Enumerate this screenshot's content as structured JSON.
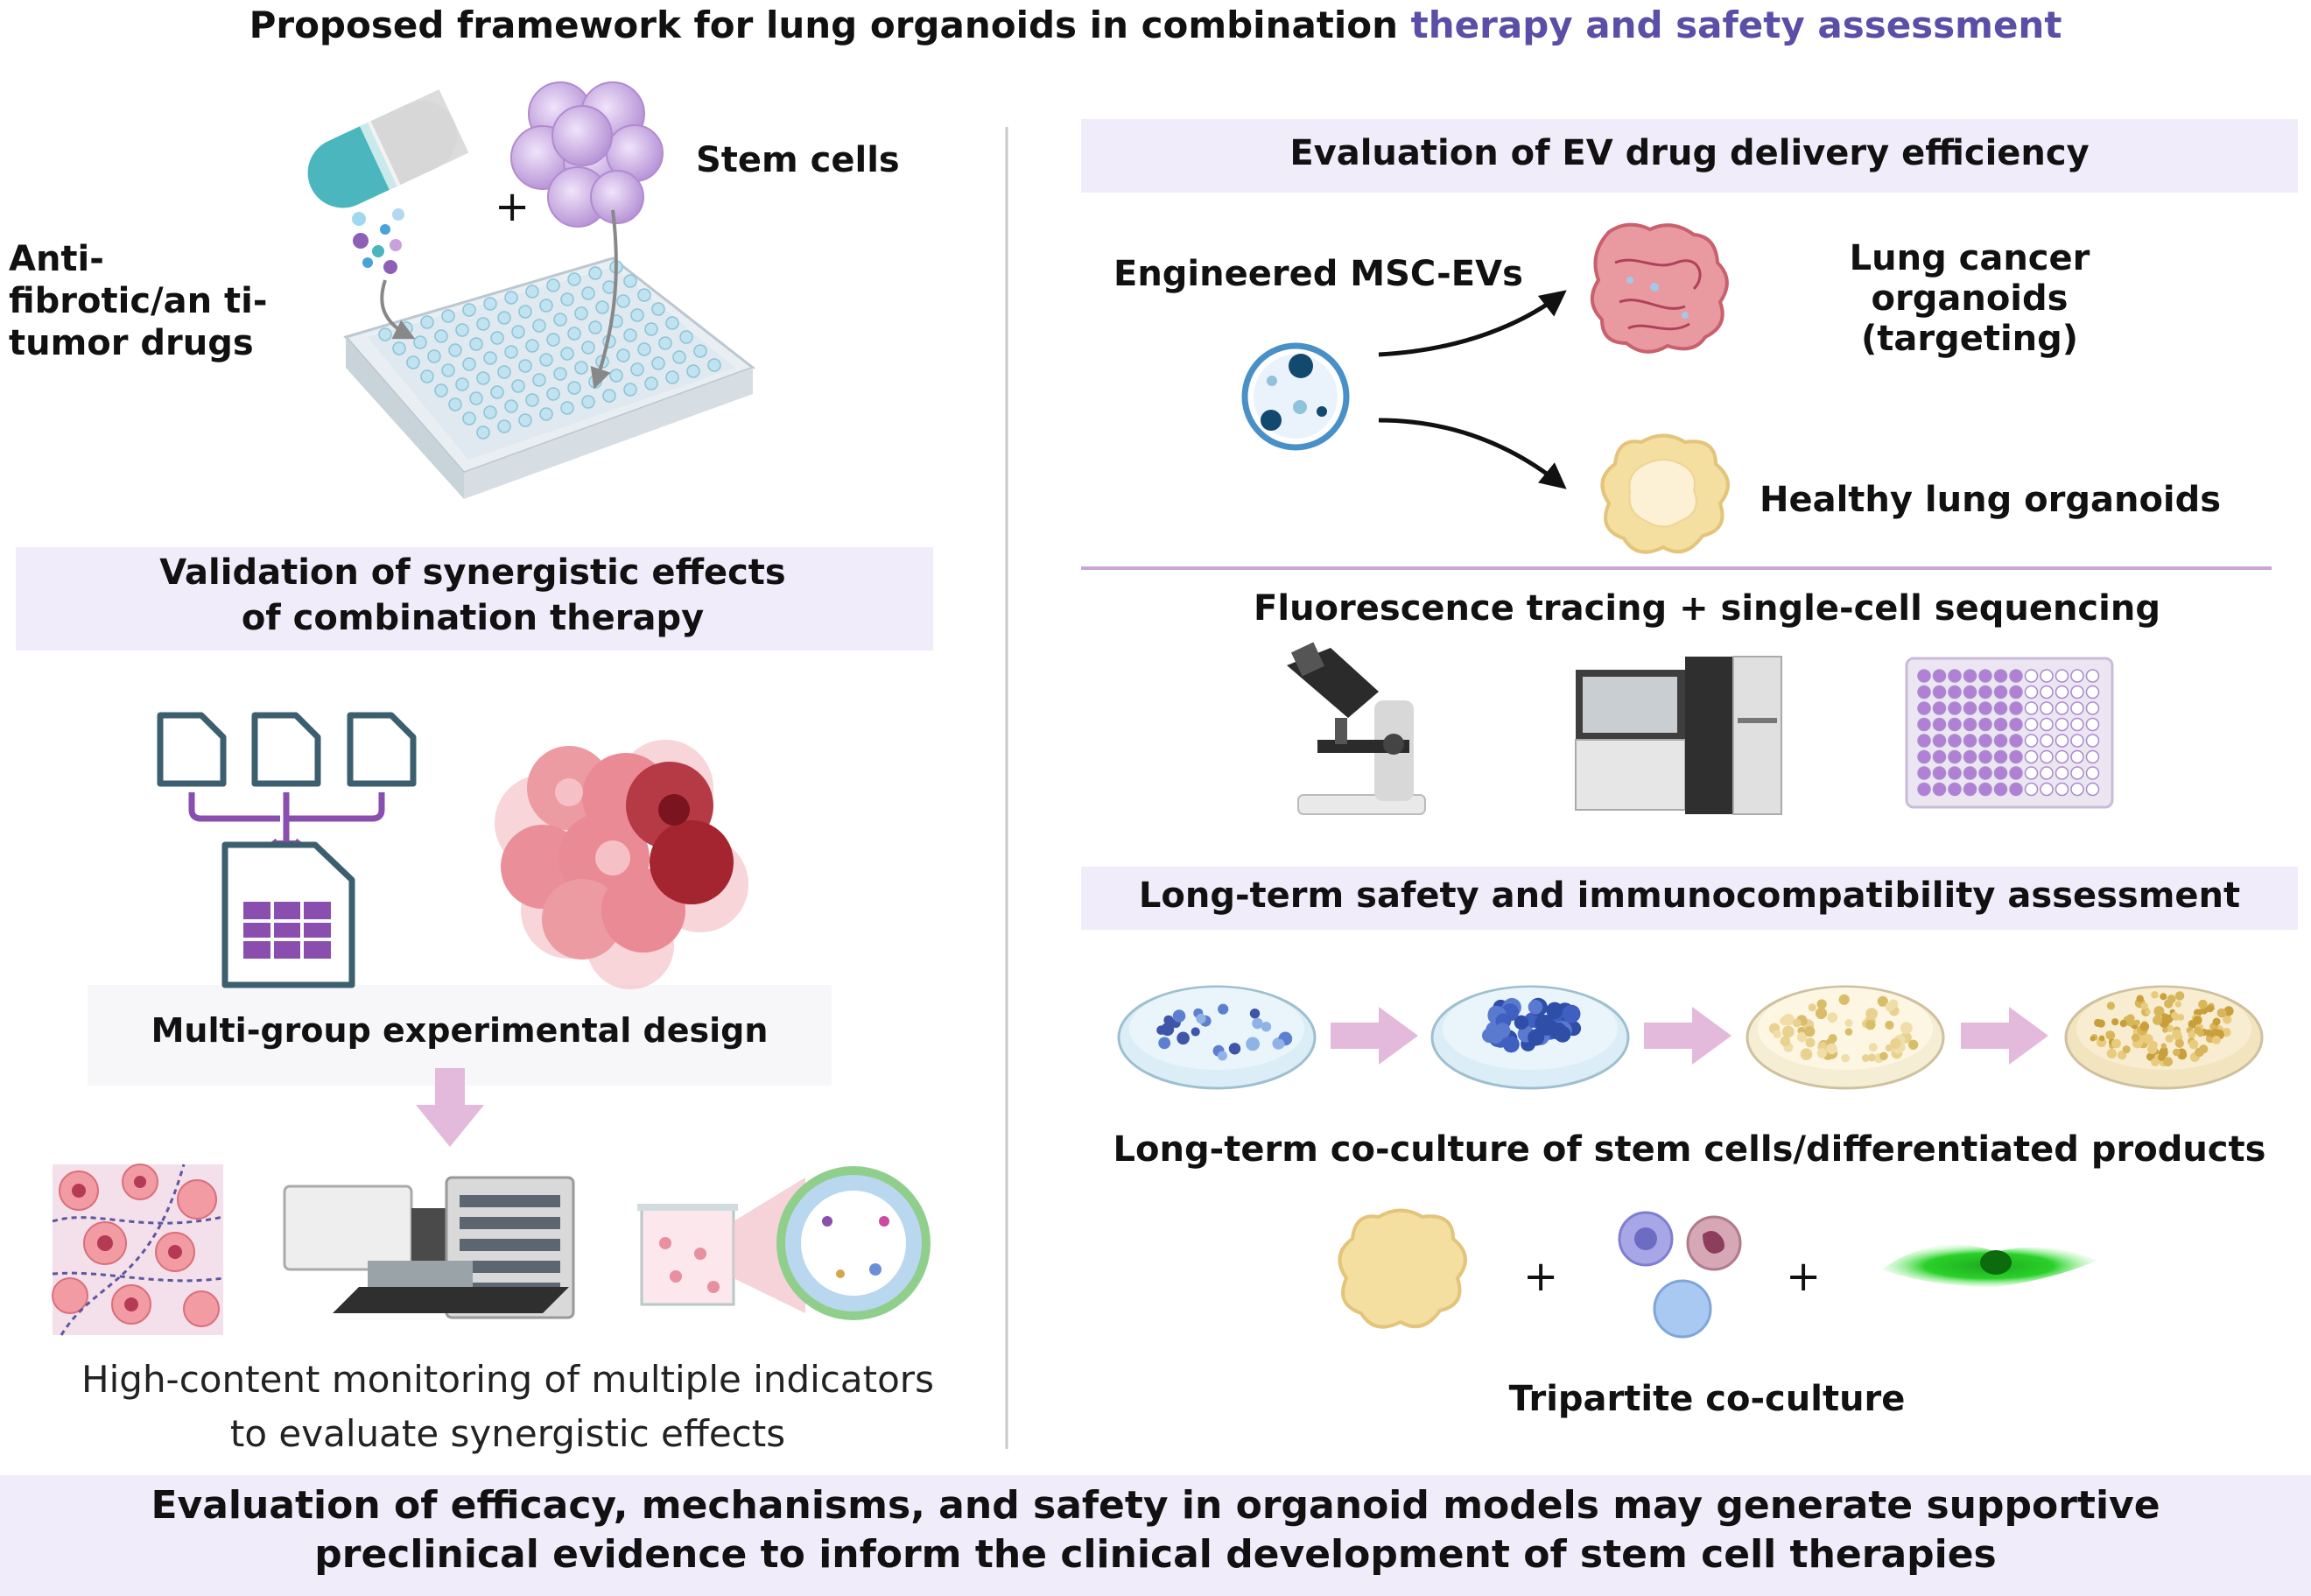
{
  "title": {
    "part1": "Proposed framework for lung organoids in combination ",
    "part2": "therapy and safety assessment",
    "accent_color": "#5b4ea6"
  },
  "left": {
    "drugs_label": "Anti-fibrotic/an ti-tumor drugs",
    "plus": "+",
    "stem_cells_label": "Stem cells",
    "validation_band": "Validation of synergistic effects of combination therapy",
    "design_label": "Multi-group experimental design",
    "monitoring_text": "High-content monitoring of multiple indicators to evaluate synergistic effects"
  },
  "right": {
    "ev_band": "Evaluation of EV drug delivery efficiency",
    "msc_label": "Engineered MSC-EVs",
    "cancer_label": "Lung cancer organoids (targeting)",
    "healthy_label": "Healthy lung organoids",
    "tracing_label": "Fluorescence tracing + single-cell sequencing",
    "safety_band": "Long-term safety and immunocompatibility assessment",
    "coculture_label": "Long-term co-culture of stem cells/differentiated products",
    "plus1": "+",
    "plus2": "+",
    "tripartite_label": "Tripartite co-culture"
  },
  "footer": {
    "text": "Evaluation of efficacy, mechanisms, and safety in organoid models may generate supportive preclinical evidence to inform the clinical development of stem cell therapies"
  },
  "colors": {
    "band": "#f1ecfa",
    "purple_arrow": "#e3b9dc",
    "divider": "#c8a6d8",
    "document_stroke": "#3c5f70",
    "spreadsheet": "#8a4fae",
    "capsule_teal": "#4bb6bd",
    "cell_lavender": "#c9a6e0",
    "organoid_cream": "#f4dea0",
    "cancer_pink": "#e98a95",
    "cancer_dark": "#a4242f",
    "fluorescent_green": "#2ad12a"
  }
}
